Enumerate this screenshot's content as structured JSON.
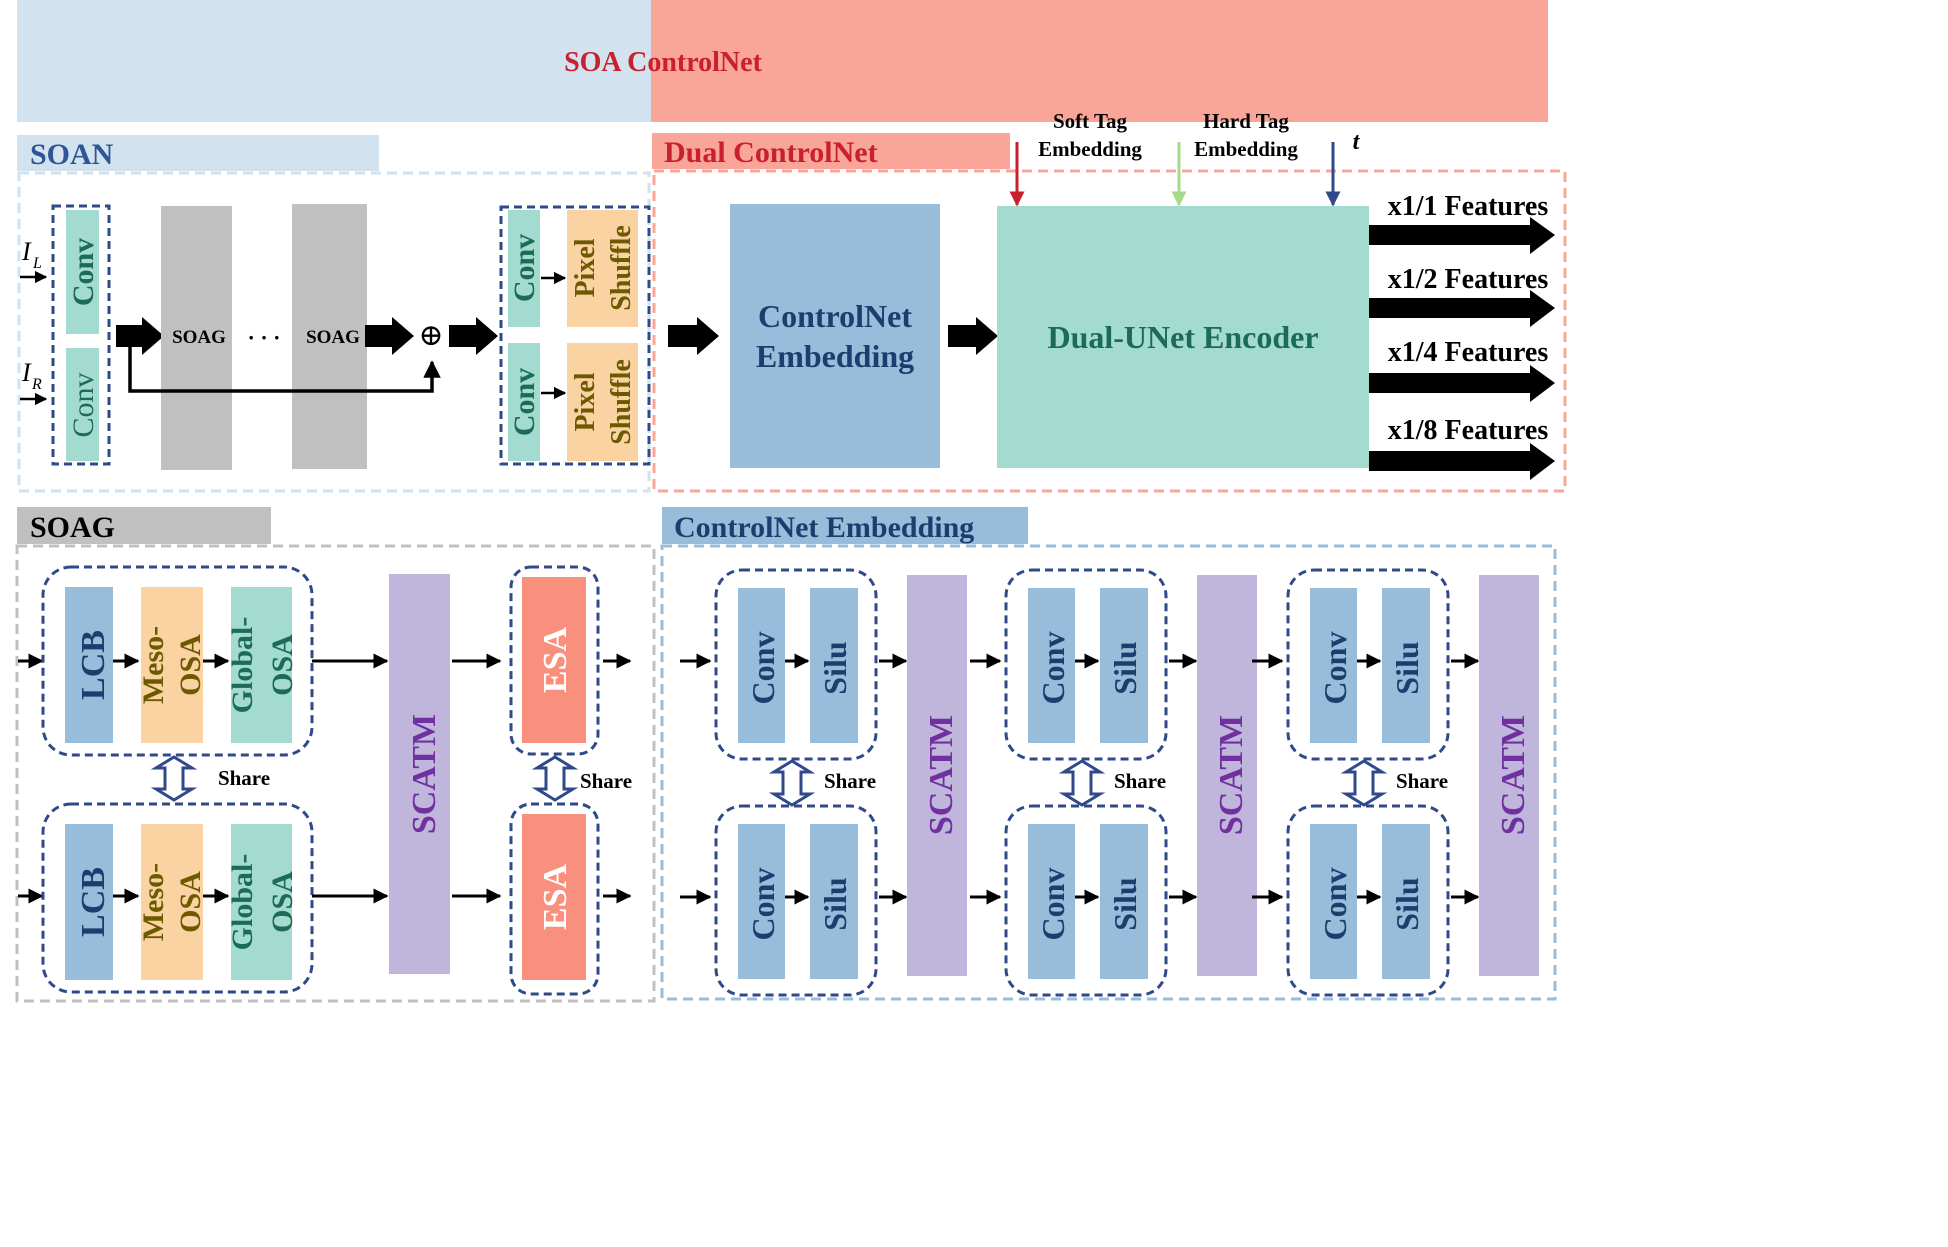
{
  "title": "SOA ControlNet",
  "soan": {
    "title": "SOAN",
    "input_left_sub": "L",
    "input_right_sub": "R",
    "input_letter": "I",
    "conv": "Conv",
    "soag": "SOAG",
    "ellipsis": "· · ·",
    "plus": "⊕",
    "pixel": "Pixel",
    "shuffle": "Shuffle"
  },
  "dual": {
    "title": "Dual ControlNet",
    "soft_tag_line1": "Soft Tag",
    "soft_tag_line2": "Embedding",
    "hard_tag_line1": "Hard Tag",
    "hard_tag_line2": "Embedding",
    "t": "t",
    "controlnet_embedding_line1": "ControlNet",
    "controlnet_embedding_line2": "Embedding",
    "encoder": "Dual-UNet Encoder",
    "outputs": [
      "x1/1 Features",
      "x1/2 Features",
      "x1/4 Features",
      "x1/8 Features"
    ]
  },
  "soag_detail": {
    "title": "SOAG",
    "lcb": "LCB",
    "meso_line1": "Meso-",
    "meso_line2": "OSA",
    "global_line1": "Global-",
    "global_line2": "OSA",
    "scatm": "SCATM",
    "esa": "ESA",
    "share": "Share"
  },
  "cn_detail": {
    "title": "ControlNet Embedding",
    "conv": "Conv",
    "silu": "Silu",
    "scatm": "SCATM",
    "share": "Share"
  },
  "colors": {
    "blue_band": "#d2e2ef",
    "red_band": "#f9a597",
    "title_red": "#c8202c",
    "title_blue": "#2f5597",
    "conv_green": "#a4dbd1",
    "conv_text_green": "#1b6b55",
    "gray_block": "#c0c0c0",
    "pixel_orange": "#fbd3a3",
    "pixel_text": "#6b5a00",
    "cn_embed_blue": "#97bddb",
    "encoder_green": "#a4dbd1",
    "scatm_purple": "#c0b5db",
    "scatm_text": "#7030a0",
    "esa_red": "#f8907d",
    "dashed_blue": "#2f4a8a"
  }
}
